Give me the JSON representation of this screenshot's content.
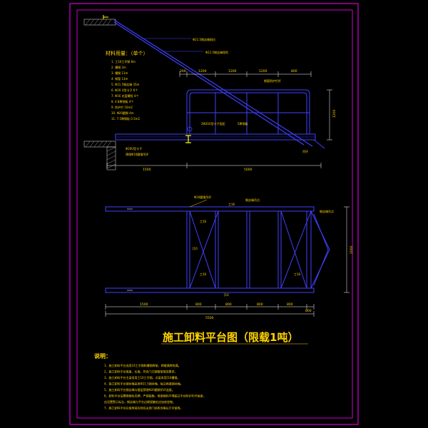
{
  "colors": {
    "background": "#000000",
    "border": "#ff00ff",
    "structure": "#4040ff",
    "text": "#ffd400",
    "dimension": "#ffffff",
    "bolt": "#ffff00",
    "wall_hatch": "#c0c0c0"
  },
  "title": "施工卸料平台图（限载1吨）",
  "material_list": {
    "heading": "材料用量：（单个）",
    "items": [
      "1. 工16工字钢    6m",
      "2. 槽钢          2m",
      "3. 槽钢          11m",
      "4. 钢管          13m",
      "5. Φ21.5钢丝绳   35m",
      "6. Φ20 U型卡子    6个",
      "7. Φ16 花篮螺栓   4个",
      "8. 4.8厚钢板      4个",
      "9. 防护栏        10m2",
      "10. Φ20圆钢       4m",
      "11. 7.5厚钢板     0.5m2"
    ]
  },
  "elevation_labels": {
    "wire_rope_upper": "Φ21.5钢丝绳斜拉",
    "wire_rope_lower": "Φ21.5钢丝绳保险",
    "guardrail": "钢管防护栏杆",
    "bolt_note": "2Φ20U型卡子固定",
    "lifting_ring": "吊环",
    "platform_board": "5厚钢板",
    "tie_note": "Φ20U型卡子",
    "floor_note": "预埋Φ16圆钢吊环"
  },
  "elevation_dims": {
    "top_spans": [
      "200",
      "1200",
      "1200",
      "1200",
      "800"
    ],
    "bottom_left": "1500",
    "bottom_right": "5000",
    "height": "1200"
  },
  "plan_labels": {
    "top_callout": "Φ20圆钢吊环",
    "top_small": "工16",
    "side_label": "钢丝绳吊点",
    "beam_labels_left": [
      "工16",
      "[10",
      "工16",
      "工16"
    ],
    "beam_mid": "[10"
  },
  "plan_dims": {
    "bottom_spans": [
      "1500",
      "800",
      "800",
      "800",
      "800",
      "800"
    ],
    "bottom_total": "5500",
    "right_height": "2000"
  },
  "notes": {
    "heading": "说明：",
    "lines": [
      "1、施工卸料平台选用16工字钢和槽钢焊接，焊缝满焊饱满。",
      "2、施工卸料平台宽度、长度，符合门式钢管架规范要求。",
      "3、施工卸料平台主梁采用工16工字钢，次梁采用[10槽钢。",
      "4、施工卸料平台钢丝绳采用Φ21.5钢丝绳，每边两道钢丝绳。",
      "5、施工卸料平台钢丝绳与楼层预埋Φ20圆钢吊环连接。",
      "6、卸料平台设置限载标志牌，严禁超载，堆放物料不得超过平台防护栏杆高度，",
      "   应设置警示标志，钢丝绳与平台边缘接触处应加软垫物。",
      "7、施工卸料平台在使用前应经有关部门验收合格后方可使用。"
    ]
  }
}
